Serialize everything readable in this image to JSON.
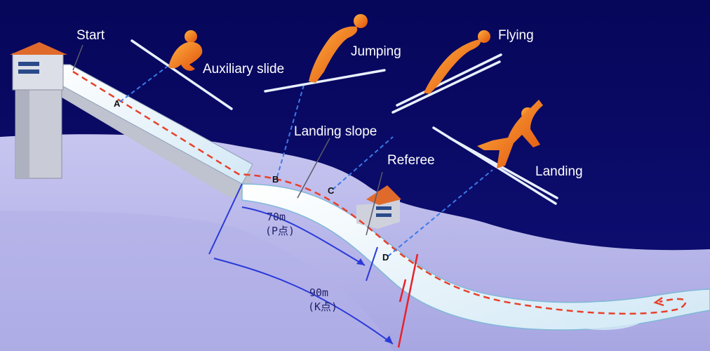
{
  "labels": {
    "start": "Start",
    "auxiliary_slide": "Auxiliary slide",
    "jumping": "Jumping",
    "flying": "Flying",
    "landing_slope": "Landing slope",
    "referee": "Referee",
    "landing": "Landing"
  },
  "points": {
    "a": "A",
    "b": "B",
    "c": "C",
    "d": "D"
  },
  "distances": {
    "p_value": "70m",
    "p_point": "(P点)",
    "k_value": "90m",
    "k_point": "(K点)"
  },
  "colors": {
    "sky": "#0b0b66",
    "snow": "#b9b8ea",
    "track": "#e6f4fb",
    "path": "#e8402a",
    "skier": "#f07818",
    "roof": "#e06a2c",
    "guide_line": "#2e6fe0",
    "marker": "#e8202a"
  },
  "icons": {
    "start_tower": "building-icon",
    "referee_hut": "house-icon",
    "skier": "skier-icon"
  }
}
